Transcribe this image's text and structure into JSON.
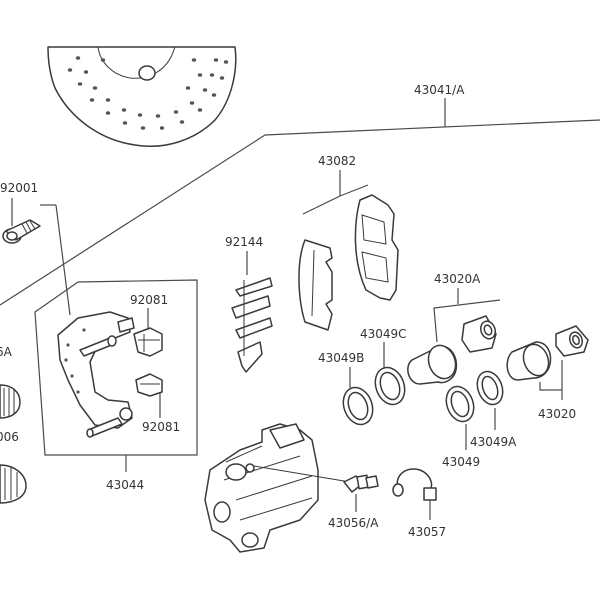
{
  "labels": {
    "assembly": "43041/A",
    "pads": "43082",
    "bolt_left": "92001",
    "spring": "92144",
    "bracket_assy": "43044",
    "boot_upper": "92081",
    "boot_lower": "92081",
    "piston_a": "43020A",
    "seal_c": "43049C",
    "seal_b": "43049B",
    "piston": "43020",
    "seal_a": "43049A",
    "seal": "43049",
    "bleeder": "43056/A",
    "cap": "43057",
    "edge_upper": "6A",
    "edge_lower": "006"
  }
}
